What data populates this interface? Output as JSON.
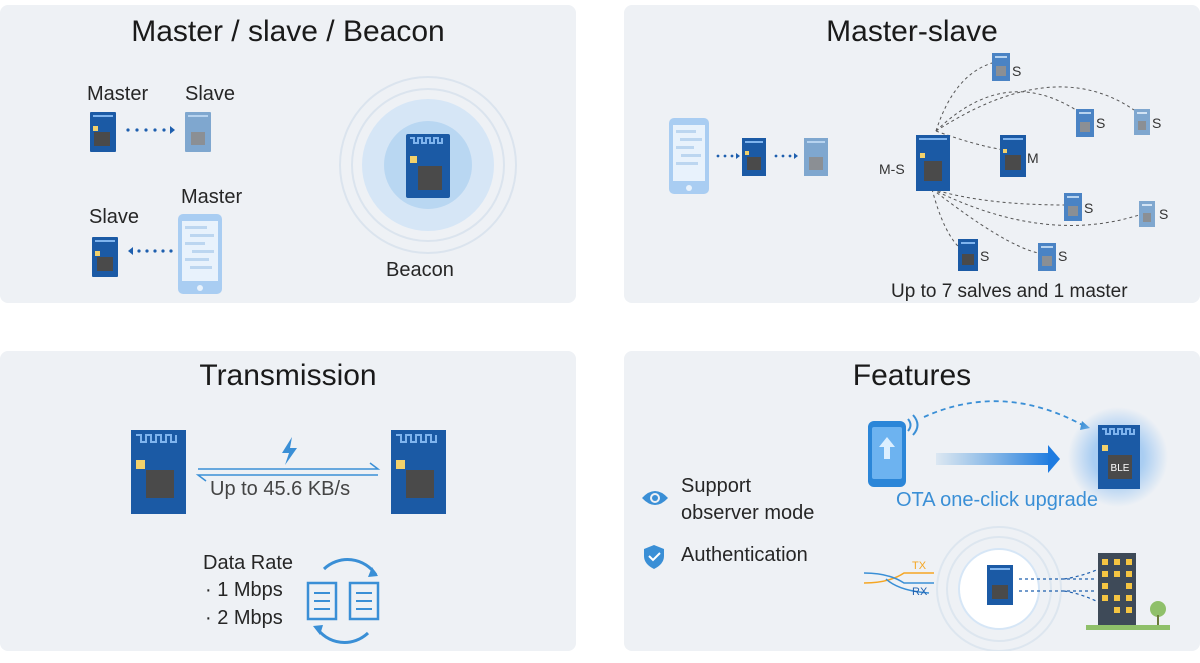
{
  "panels": {
    "modes": {
      "title": "Master / slave / Beacon",
      "master_top": "Master",
      "slave_top": "Slave",
      "master_phone": "Master",
      "slave_bottom": "Slave",
      "beacon": "Beacon"
    },
    "masterslave": {
      "title": "Master-slave",
      "ms_label": "M-S",
      "m_label": "M",
      "s_label": "S",
      "caption": "Up to 7 salves and 1 master"
    },
    "transmission": {
      "title": "Transmission",
      "speed": "Up to 45.6 KB/s",
      "data_rate": "Data Rate",
      "rate1": "· 1 Mbps",
      "rate2": "· 2 Mbps"
    },
    "features": {
      "title": "Features",
      "observer_line1": "Support",
      "observer_line2": "observer mode",
      "auth": "Authentication",
      "ota": "OTA one-click upgrade",
      "ble_chip": "BLE",
      "tx": "TX",
      "rx": "RX"
    }
  },
  "colors": {
    "panel_bg": "#eef1f5",
    "module_blue": "#1b5aa5",
    "module_faded": "#7fa7cf",
    "accent": "#3a8fd6",
    "arrow_dots": "#1e5fae",
    "tx": "#f5a623"
  },
  "icons": [
    "eye-icon",
    "shield-check-icon",
    "lightning-icon",
    "sync-documents-icon",
    "upload-arrow-icon",
    "wifi-signal-icon",
    "building-icon",
    "tree-icon"
  ]
}
